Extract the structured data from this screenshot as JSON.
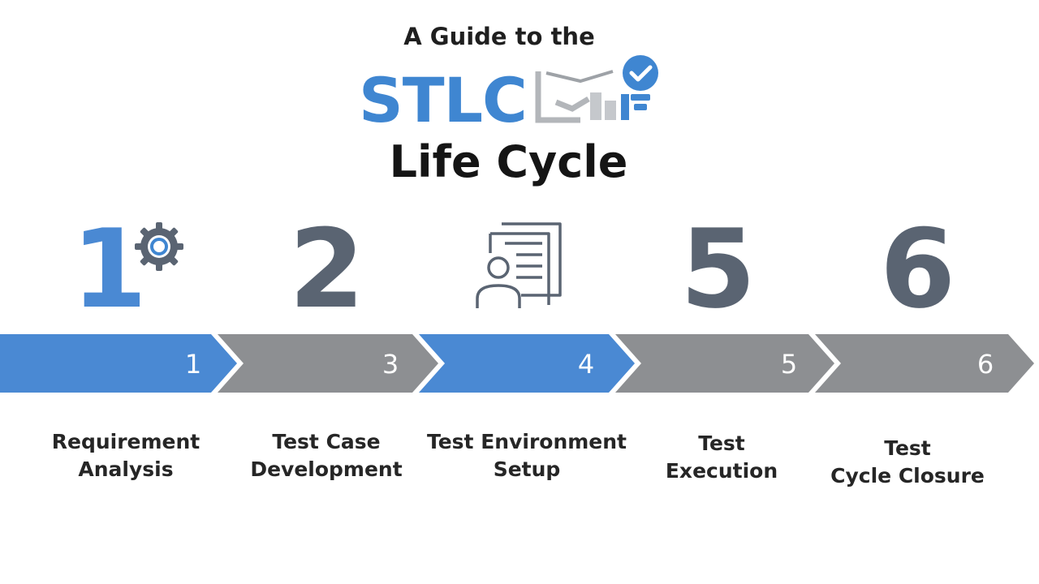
{
  "header": {
    "subtitle": "A Guide to the",
    "brand": "STLC",
    "title": "Life Cycle"
  },
  "big_numbers": [
    "1",
    "2",
    "5",
    "6"
  ],
  "chevrons": [
    {
      "number": "1",
      "color": "#4a89d3"
    },
    {
      "number": "3",
      "color": "#8d8f92"
    },
    {
      "number": "4",
      "color": "#4a89d3"
    },
    {
      "number": "5",
      "color": "#8d8f92"
    },
    {
      "number": "6",
      "color": "#8d8f92"
    }
  ],
  "stages": [
    "Requirement\nAnalysis",
    "Test Case\nDevelopment",
    "Test Environment\nSetup",
    "Test\nExecution",
    "Test\nCycle Closure"
  ],
  "icons": [
    "gear-icon",
    "document-user-icon",
    "lightbulb-check-icon"
  ],
  "colors": {
    "blue": "#4a89d3",
    "gray": "#8d8f92",
    "slate": "#5a6472"
  }
}
